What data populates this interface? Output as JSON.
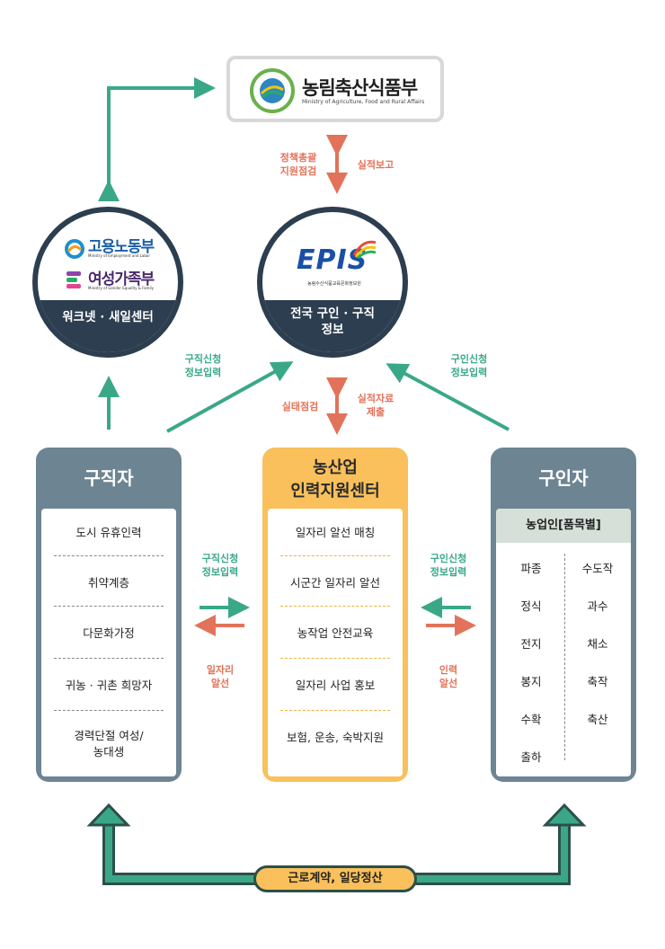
{
  "ministry": {
    "name": "농림축산식품부",
    "subtitle": "Ministry of Agriculture, Food and Rural Affairs"
  },
  "left_circle": {
    "logo1_name": "고용노동부",
    "logo1_sub": "Ministry of Employment and Labor",
    "logo2_name": "여성가족부",
    "logo2_sub": "Ministry of Gender Equality & Family",
    "band": "워크넷 · 새일센터"
  },
  "center_circle": {
    "logo": "EPIS",
    "logo_sub": "농림수산식품교육문화정보원",
    "band_line1": "전국 구인 · 구직",
    "band_line2": "정보"
  },
  "labels": {
    "policy_line1": "정책총괄",
    "policy_line2": "지원점검",
    "report": "실적보고",
    "seek_info_line1": "구직신청",
    "seek_info_line2": "정보입력",
    "hire_info_line1": "구인신청",
    "hire_info_line2": "정보입력",
    "inspect": "실태점검",
    "submit_line1": "실적자료",
    "submit_line2": "제출",
    "left_mid_line1": "구직신청",
    "left_mid_line2": "정보입력",
    "left_job_line1": "일자리",
    "left_job_line2": "알선",
    "right_mid_line1": "구인신청",
    "right_mid_line2": "정보입력",
    "right_job_line1": "인력",
    "right_job_line2": "알선"
  },
  "job_seekers": {
    "title": "구직자",
    "items": [
      "도시 유휴인력",
      "취약계층",
      "다문화가정",
      "귀농 · 귀촌 희망자"
    ],
    "last_line1": "경력단절 여성/",
    "last_line2": "농대생"
  },
  "center_box": {
    "title_line1": "농산업",
    "title_line2": "인력지원센터",
    "items": [
      "일자리 알선 매칭",
      "시군간 일자리 알선",
      "농작업 안전교육",
      "일자리 사업 홍보",
      "보험, 운송, 숙박지원"
    ]
  },
  "employers": {
    "title": "구인자",
    "header": "농업인[품목별]",
    "left_col": [
      "파종",
      "정식",
      "전지",
      "봉지",
      "수확",
      "출하"
    ],
    "right_col": [
      "수도작",
      "과수",
      "채소",
      "축작",
      "축산"
    ]
  },
  "contract": "근로계약, 일당정산",
  "colors": {
    "dark": "#2c3e4f",
    "teal": "#3aa888",
    "coral": "#e2735a",
    "slate": "#6d8593",
    "amber": "#f9c05b"
  }
}
